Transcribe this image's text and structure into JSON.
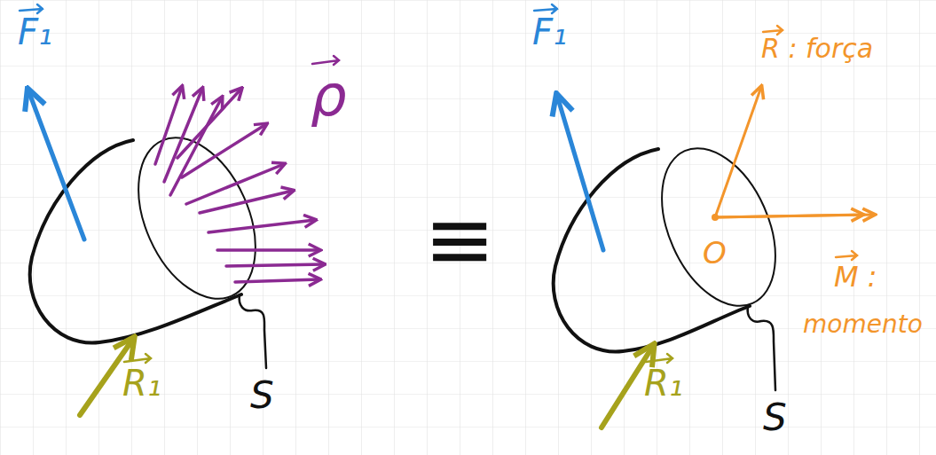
{
  "diagram": {
    "labels": [
      "F₁",
      "ρ",
      "R₁",
      "S",
      "≡",
      "F₁",
      "R : força",
      "O",
      "M :",
      "momento",
      "R₁",
      "S"
    ]
  }
}
